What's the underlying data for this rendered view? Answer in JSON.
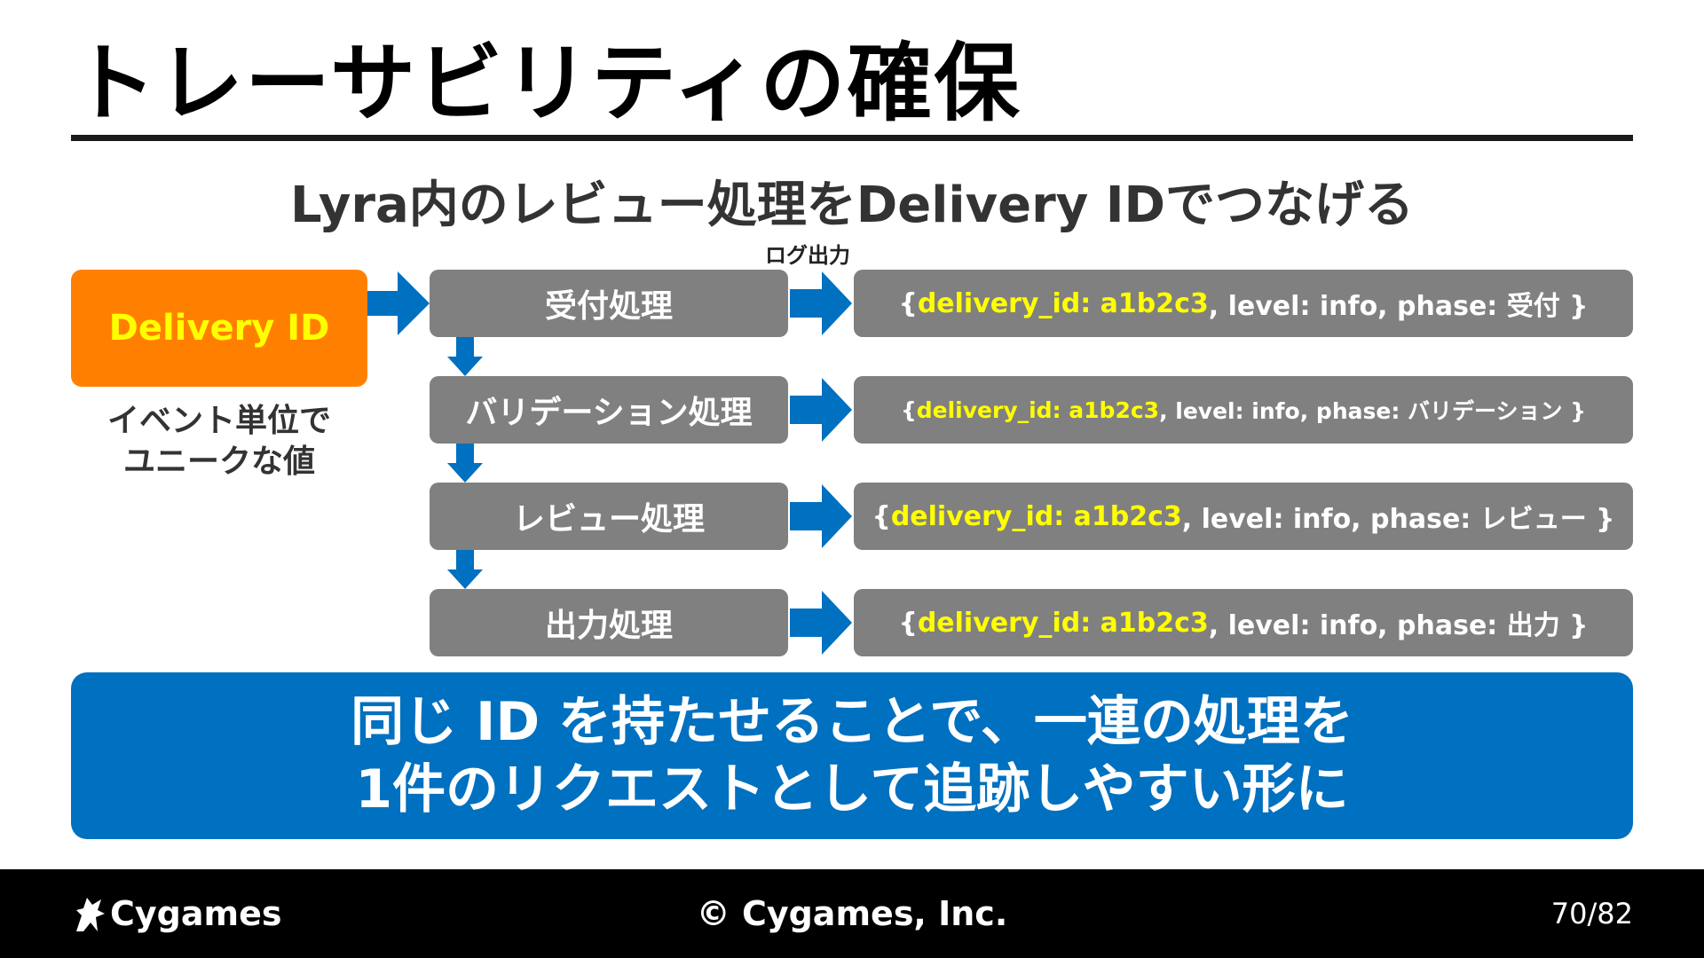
{
  "title": "トレーサビリティの確保",
  "subtitle": "Lyra内のレビュー処理をDelivery IDでつなげる",
  "log_label": "ログ出力",
  "delivery": {
    "label": "Delivery ID",
    "caption_line1": "イベント単位で",
    "caption_line2": "ユニークな値"
  },
  "steps": [
    {
      "label": "受付処理"
    },
    {
      "label": "バリデーション処理"
    },
    {
      "label": "レビュー処理"
    },
    {
      "label": "出力処理"
    }
  ],
  "logs": [
    {
      "open": "{ ",
      "id_text": "delivery_id: a1b2c3",
      "rest": ", level: info, phase: 受付 }"
    },
    {
      "open": "{ ",
      "id_text": "delivery_id: a1b2c3",
      "rest": ", level: info, phase: バリデーション }"
    },
    {
      "open": "{ ",
      "id_text": "delivery_id: a1b2c3",
      "rest": ", level: info, phase: レビュー }"
    },
    {
      "open": "{ ",
      "id_text": "delivery_id: a1b2c3",
      "rest": ", level: info, phase: 出力 }"
    }
  ],
  "summary": {
    "line1": "同じ ID を持たせることで、一連の処理を",
    "line2": "1件のリクエストとして追跡しやすい形に"
  },
  "footer": {
    "logo_text": "Cygames",
    "copyright": "© Cygames, Inc.",
    "page": "70/82"
  },
  "colors": {
    "orange": "#ff8000",
    "highlight": "#ffff00",
    "blue": "#0070c0",
    "gray": "#808080"
  }
}
